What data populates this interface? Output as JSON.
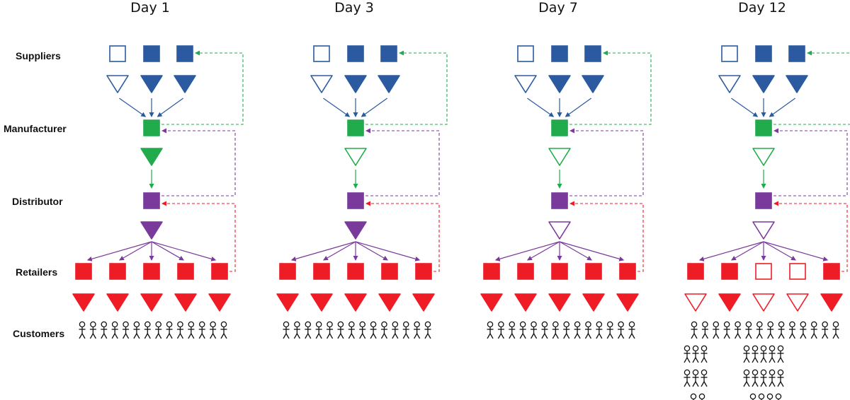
{
  "colors": {
    "supplier": "#2c5aa0",
    "manufacturer": "#22ab4c",
    "distributor": "#7a3a9c",
    "retailer": "#ee1c25",
    "customer": "#111111",
    "feedback_supplier": "#22ab4c",
    "feedback_manufacturer": "#7a3a9c",
    "feedback_distributor": "#ee1c25"
  },
  "row_labels": [
    "Suppliers",
    "Manufacturer",
    "Distributor",
    "Retailers",
    "Customers"
  ],
  "panels": [
    {
      "title": "Day 1",
      "suppliers": [
        {
          "stock": "empty",
          "inventory": "empty"
        },
        {
          "stock": "full",
          "inventory": "full"
        },
        {
          "stock": "full",
          "inventory": "full"
        }
      ],
      "manufacturer": {
        "stock": "full",
        "inventory": "full"
      },
      "distributor": {
        "stock": "full",
        "inventory": "full"
      },
      "retailers": [
        {
          "stock": "full",
          "inventory": "full"
        },
        {
          "stock": "full",
          "inventory": "full"
        },
        {
          "stock": "full",
          "inventory": "full"
        },
        {
          "stock": "full",
          "inventory": "full"
        },
        {
          "stock": "full",
          "inventory": "full"
        }
      ],
      "customers_in_line": 14,
      "waiting_groups": []
    },
    {
      "title": "Day 3",
      "suppliers": [
        {
          "stock": "empty",
          "inventory": "empty"
        },
        {
          "stock": "full",
          "inventory": "full"
        },
        {
          "stock": "full",
          "inventory": "full"
        }
      ],
      "manufacturer": {
        "stock": "full",
        "inventory": "empty"
      },
      "distributor": {
        "stock": "full",
        "inventory": "full"
      },
      "retailers": [
        {
          "stock": "full",
          "inventory": "full"
        },
        {
          "stock": "full",
          "inventory": "full"
        },
        {
          "stock": "full",
          "inventory": "full"
        },
        {
          "stock": "full",
          "inventory": "full"
        },
        {
          "stock": "full",
          "inventory": "full"
        }
      ],
      "customers_in_line": 14,
      "waiting_groups": []
    },
    {
      "title": "Day 7",
      "suppliers": [
        {
          "stock": "empty",
          "inventory": "empty"
        },
        {
          "stock": "full",
          "inventory": "full"
        },
        {
          "stock": "full",
          "inventory": "full"
        }
      ],
      "manufacturer": {
        "stock": "full",
        "inventory": "empty"
      },
      "distributor": {
        "stock": "full",
        "inventory": "empty"
      },
      "retailers": [
        {
          "stock": "full",
          "inventory": "full"
        },
        {
          "stock": "full",
          "inventory": "full"
        },
        {
          "stock": "full",
          "inventory": "full"
        },
        {
          "stock": "full",
          "inventory": "full"
        },
        {
          "stock": "full",
          "inventory": "full"
        }
      ],
      "customers_in_line": 14,
      "waiting_groups": []
    },
    {
      "title": "Day 12",
      "suppliers": [
        {
          "stock": "empty",
          "inventory": "empty"
        },
        {
          "stock": "full",
          "inventory": "full"
        },
        {
          "stock": "full",
          "inventory": "full"
        }
      ],
      "manufacturer": {
        "stock": "full",
        "inventory": "empty"
      },
      "distributor": {
        "stock": "full",
        "inventory": "empty"
      },
      "retailers": [
        {
          "stock": "full",
          "inventory": "empty"
        },
        {
          "stock": "full",
          "inventory": "full"
        },
        {
          "stock": "empty",
          "inventory": "empty"
        },
        {
          "stock": "empty",
          "inventory": "empty"
        },
        {
          "stock": "full",
          "inventory": "full"
        }
      ],
      "customers_in_line": 14,
      "waiting_groups": [
        {
          "under_retailer": 0,
          "rows": [
            3,
            3,
            2
          ]
        },
        {
          "under_retailer": 2,
          "rows": [
            5,
            5,
            4
          ]
        }
      ]
    }
  ]
}
